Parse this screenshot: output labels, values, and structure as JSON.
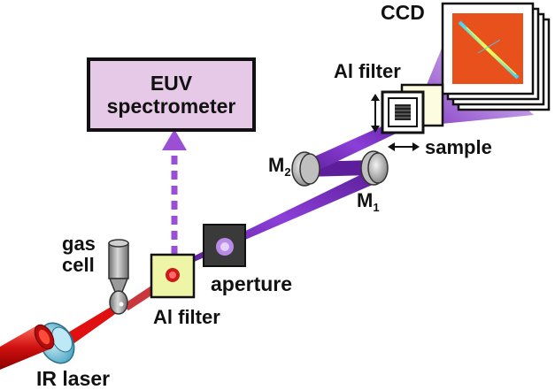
{
  "labels": {
    "euv_line1": "EUV",
    "euv_line2": "spectrometer",
    "ccd": "CCD",
    "al_filter_top": "Al filter",
    "sample": "sample",
    "m2_main": "M",
    "m2_sub": "2",
    "m1_main": "M",
    "m1_sub": "1",
    "gas_line1": "gas",
    "gas_line2": "cell",
    "aperture": "aperture",
    "al_filter_bottom": "Al filter",
    "ir_laser": "IR laser"
  },
  "colors": {
    "ir_beam": "#e01010",
    "euv_beam": "#7b2fc0",
    "euv_box_fill": "#e6c9e6",
    "al_filter_fill": "#eef5a6",
    "ccd_fill": "#e8501c",
    "dashed_arrow": "#9a4fd4"
  }
}
